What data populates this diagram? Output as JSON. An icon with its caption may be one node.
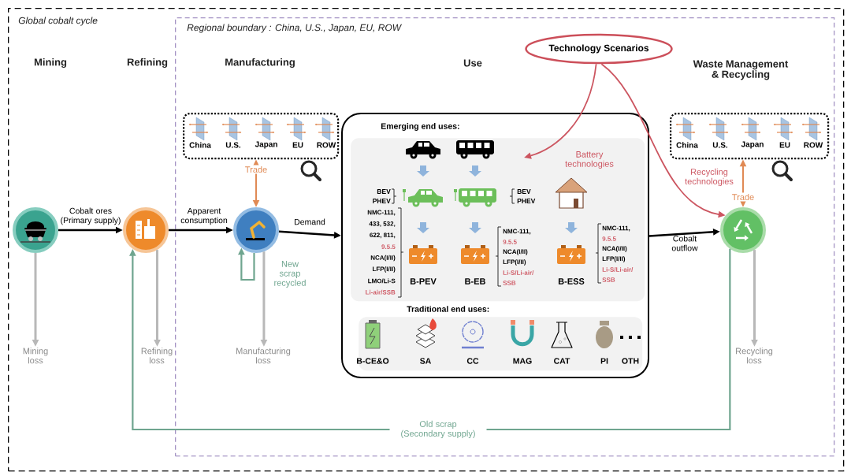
{
  "diagram": {
    "nodes": [
      {
        "text": [
          "Global cobalt cycle"
        ]
      },
      {
        "text": [
          "Regional boundary : China, U.S., Japan, EU, ROW"
        ],
        "in": 0
      },
      {
        "text": [],
        "shape": "circle",
        "in": 0
      },
      {
        "text": [],
        "shape": "circle",
        "in": 0
      },
      {
        "text": [],
        "shape": "circle",
        "in": 1
      },
      {
        "text": [],
        "shape": "box",
        "in": 1
      },
      {
        "text": [
          "Emerging end uses:"
        ],
        "in": 5
      },
      {
        "text": [
          "Traditional end uses:"
        ],
        "in": 5
      },
      {
        "text": [],
        "shape": "circle",
        "in": 1
      },
      {
        "text": [
          "Technology Scenarios"
        ],
        "in": 1
      },
      {
        "text": [
          "China",
          "U.S.",
          "Japan",
          "EU",
          "ROW"
        ],
        "in": 1
      },
      {
        "text": [
          "China",
          "U.S.",
          "Japan",
          "EU",
          "ROW"
        ],
        "in": 1
      },
      {
        "text": [
          "Mining loss"
        ],
        "in": 0
      },
      {
        "text": [
          "Refining loss"
        ],
        "in": 0
      },
      {
        "text": [
          "Manufacturing loss"
        ],
        "in": 1
      },
      {
        "text": [
          "Recycling loss"
        ],
        "in": 1
      }
    ],
    "edges": [
      {
        "from": 2,
        "to": 3,
        "arrow": "to",
        "label": "Cobalt ores (Primary supply)"
      },
      {
        "from": 3,
        "to": 4,
        "arrow": "to",
        "label": "Apparent consumption"
      },
      {
        "from": 4,
        "to": 5,
        "arrow": "to",
        "label": "Demand"
      },
      {
        "from": 5,
        "to": 8,
        "arrow": "to",
        "label": "Cobalt outflow"
      },
      {
        "from": 2,
        "to": 12,
        "arrow": "to",
        "color": "#b8b8b8"
      },
      {
        "from": 3,
        "to": 13,
        "arrow": "to",
        "color": "#b8b8b8"
      },
      {
        "from": 4,
        "to": 14,
        "arrow": "to",
        "color": "#b8b8b8"
      },
      {
        "from": 8,
        "to": 15,
        "arrow": "to",
        "color": "#b8b8b8"
      },
      {
        "from": 8,
        "to": 3,
        "arrow": "to",
        "label": "Old scrap (Secondary supply)",
        "color": "#6fa58f"
      },
      {
        "from": 4,
        "to": 4,
        "arrow": "to",
        "label": "New scrap recycled",
        "color": "#6fa58f"
      },
      {
        "from": 10,
        "to": 4,
        "arrow": "both",
        "label": "Trade",
        "color": "#e08a55"
      },
      {
        "from": 11,
        "to": 8,
        "arrow": "both",
        "label": "Trade",
        "color": "#e08a55"
      },
      {
        "from": 9,
        "to": 6,
        "arrow": "to",
        "label": "Battery technologies",
        "color": "#cc5560"
      },
      {
        "from": 9,
        "to": 8,
        "arrow": "to",
        "label": "Recycling technologies",
        "color": "#cc5560"
      }
    ],
    "labels": [
      "Mining",
      "Refining",
      "Manufacturing",
      "Use",
      "Waste Management & Recycling",
      "BEV PHEV",
      "BEV PHEV",
      "NMC-111,",
      "433, 532,",
      "622, 811,",
      "9.5.5",
      "NCA(I/II)",
      "LFP(I/II)",
      "LMO/Li-S",
      "Li-air/SSB",
      "B-PEV",
      "B-EB",
      "NMC-111,",
      "9.5.5",
      "NCA(I/II)",
      "LFP(I/II)",
      "Li-S/Li-air/",
      "SSB",
      "B-ESS",
      "NMC-111,",
      "9.5.5",
      "NCA(I/II)",
      "LFP(I/II)",
      "Li-S/Li-air/",
      "SSB",
      "B-CE&O",
      "SA",
      "CC",
      "MAG",
      "CAT",
      "PI",
      "OTH"
    ]
  }
}
